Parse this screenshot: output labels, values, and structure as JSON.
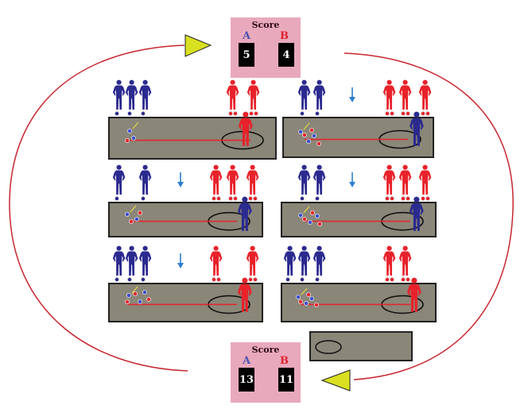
{
  "colors": {
    "team_a": "#2b2a8f",
    "team_b": "#e8222a",
    "court": "#8a8678",
    "arrow_cycle": "#c8262e",
    "pointer_triangle": "#d9e021",
    "down_arrow": "#2b7fd0",
    "scoreboard": "#e9a9bc"
  },
  "scoreboard_top": {
    "title": "Score",
    "team_a_label": "A",
    "team_b_label": "B",
    "team_a_score": "5",
    "team_b_score": "4"
  },
  "scoreboard_bottom": {
    "title": "Score",
    "team_a_label": "A",
    "team_b_label": "B",
    "team_a_score": "13",
    "team_b_score": "11"
  },
  "icons": [
    "player-figure-icon",
    "down-arrow-icon",
    "triangle-pointer-icon",
    "ball-icon"
  ]
}
